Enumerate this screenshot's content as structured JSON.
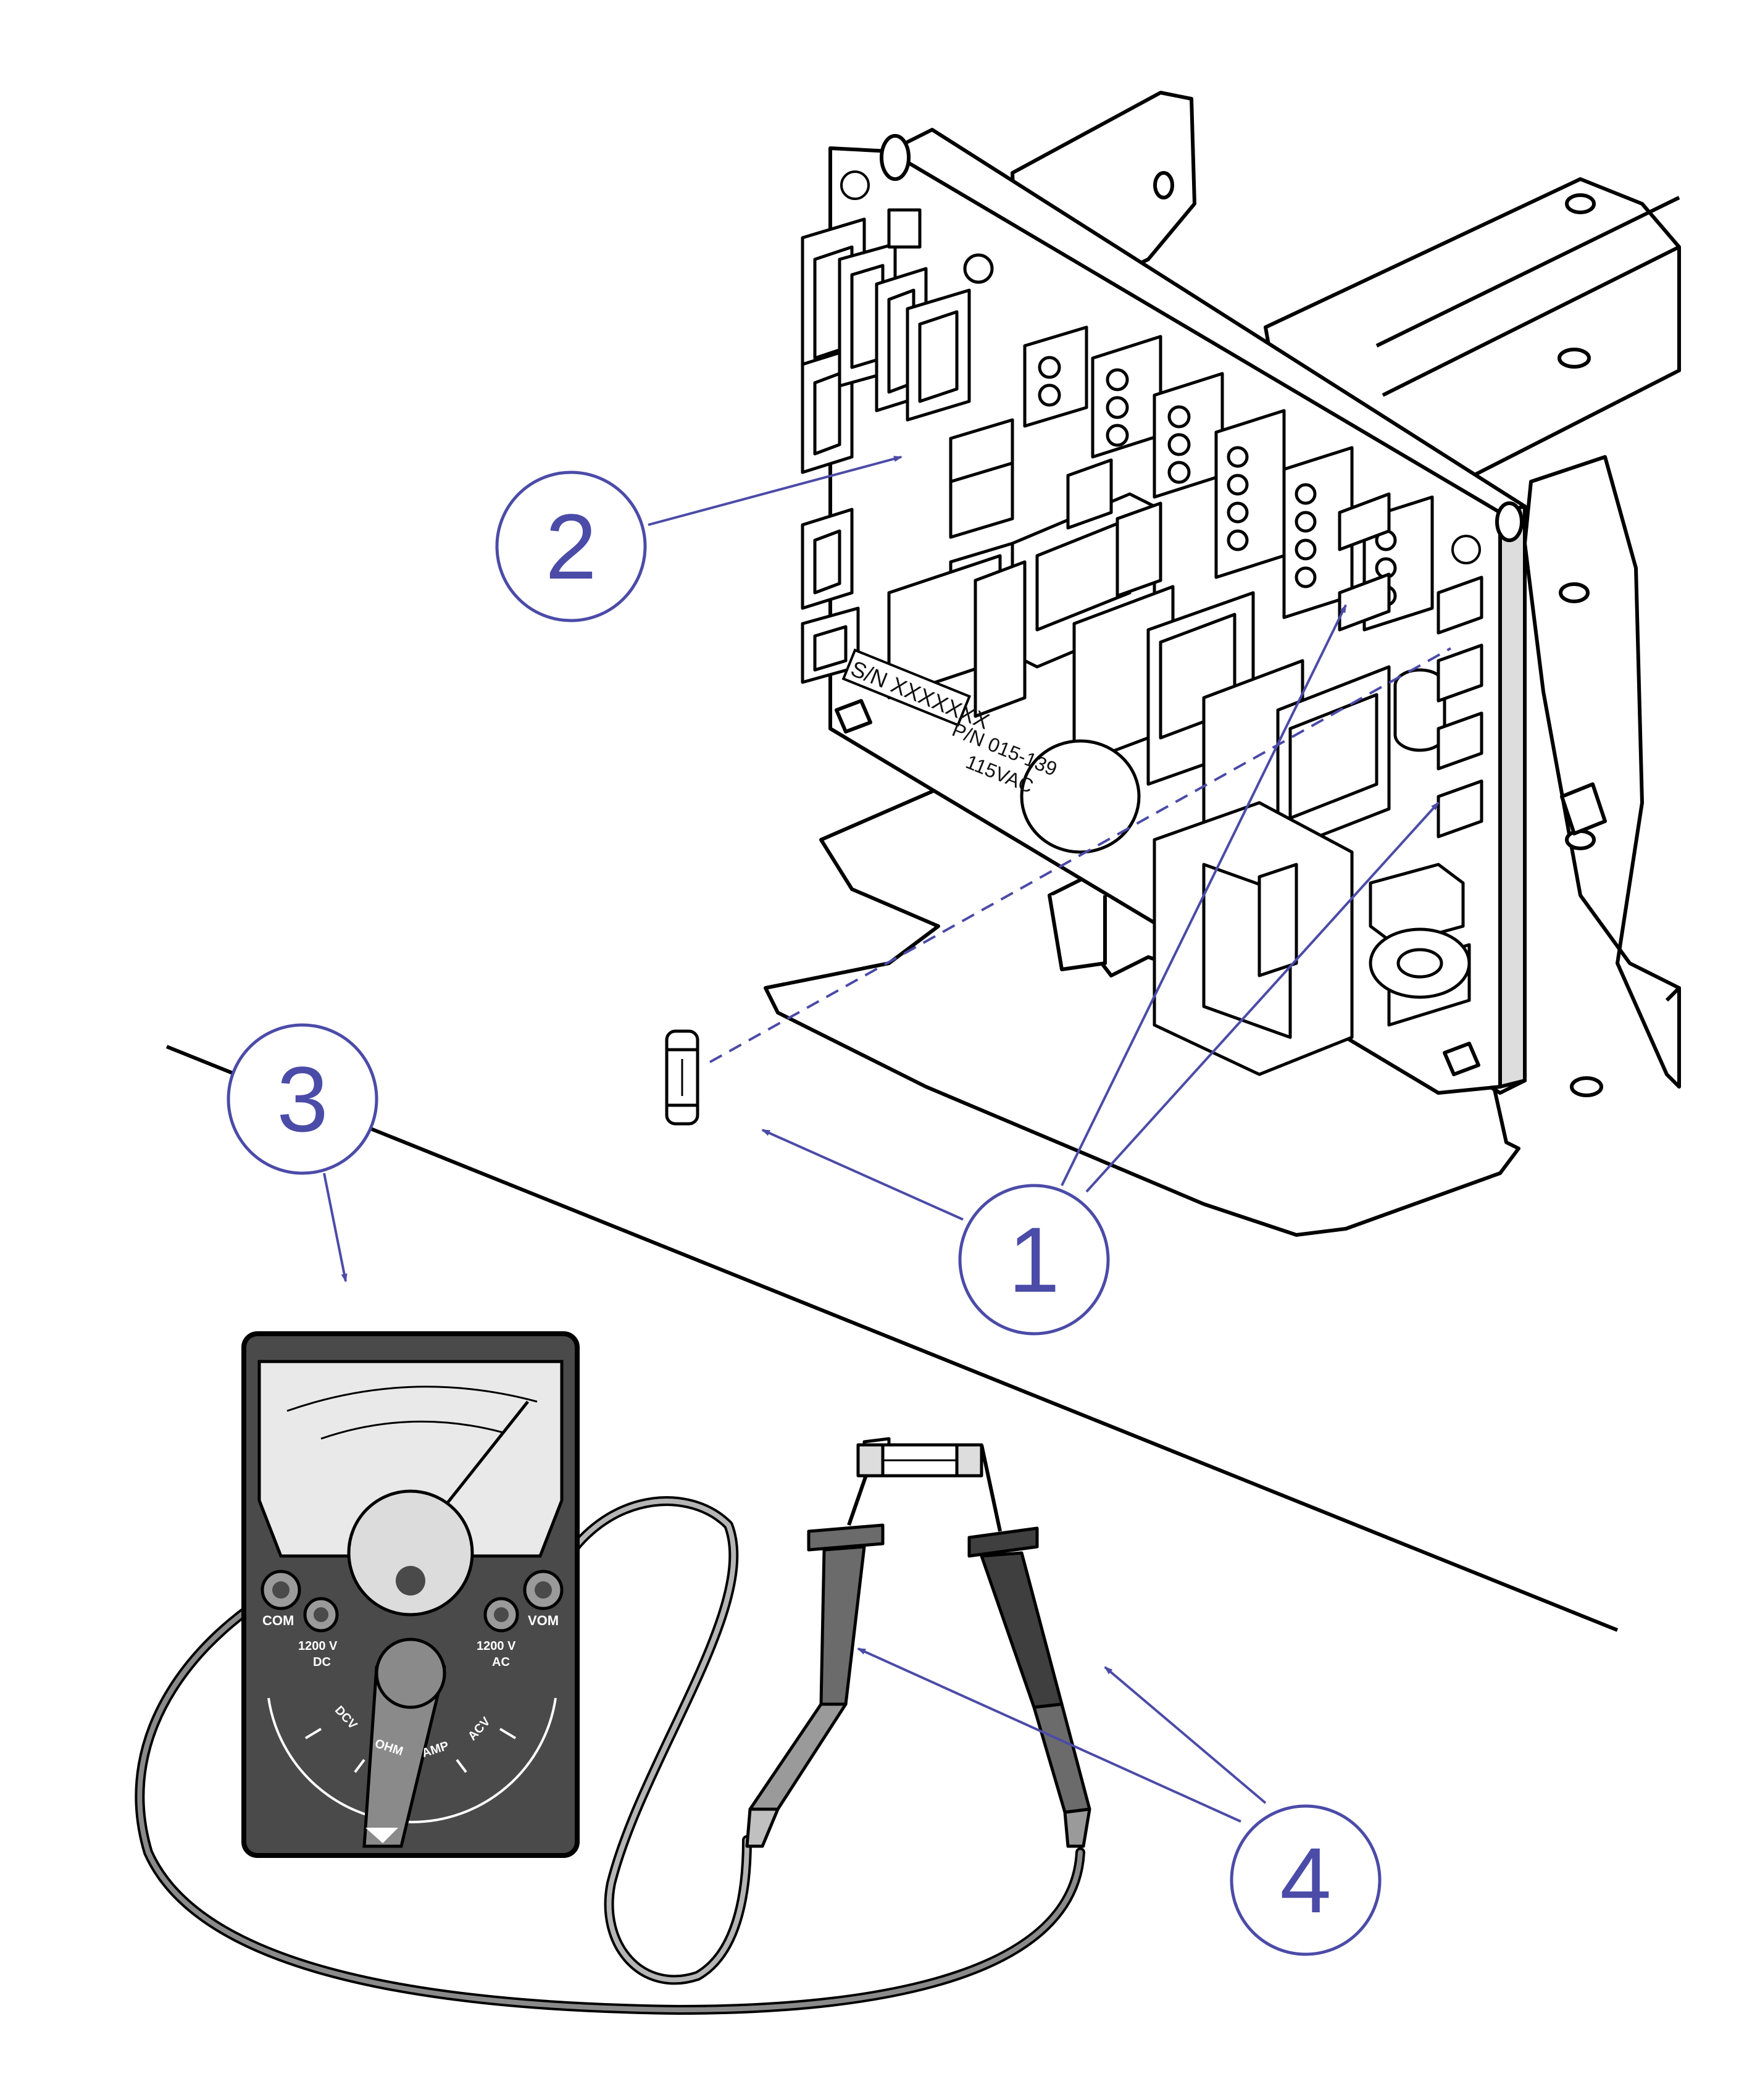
{
  "colors": {
    "callout": "#4b4ba8",
    "callout_fill": "#ffffff",
    "meter_body": "#4a4a4a",
    "meter_face": "#e9e9e9",
    "probe": "#7d7d7d",
    "line": "#000000"
  },
  "callouts": [
    {
      "id": "1",
      "label": "1"
    },
    {
      "id": "2",
      "label": "2"
    },
    {
      "id": "3",
      "label": "3"
    },
    {
      "id": "4",
      "label": "4"
    }
  ],
  "pcb": {
    "serial_label": "S/N XXXXXXX",
    "part_number": "P/N 015-139",
    "voltage": "115VAC"
  },
  "meter": {
    "jack_com": "COM",
    "jack_vom": "VOM",
    "jack_dc_volts": "1200 V",
    "jack_dc_unit": "DC",
    "jack_ac_volts": "1200 V",
    "jack_ac_unit": "AC",
    "range_dcv": "DCV",
    "range_ohm": "OHM",
    "range_amp": "AMP",
    "range_acv": "ACV"
  }
}
